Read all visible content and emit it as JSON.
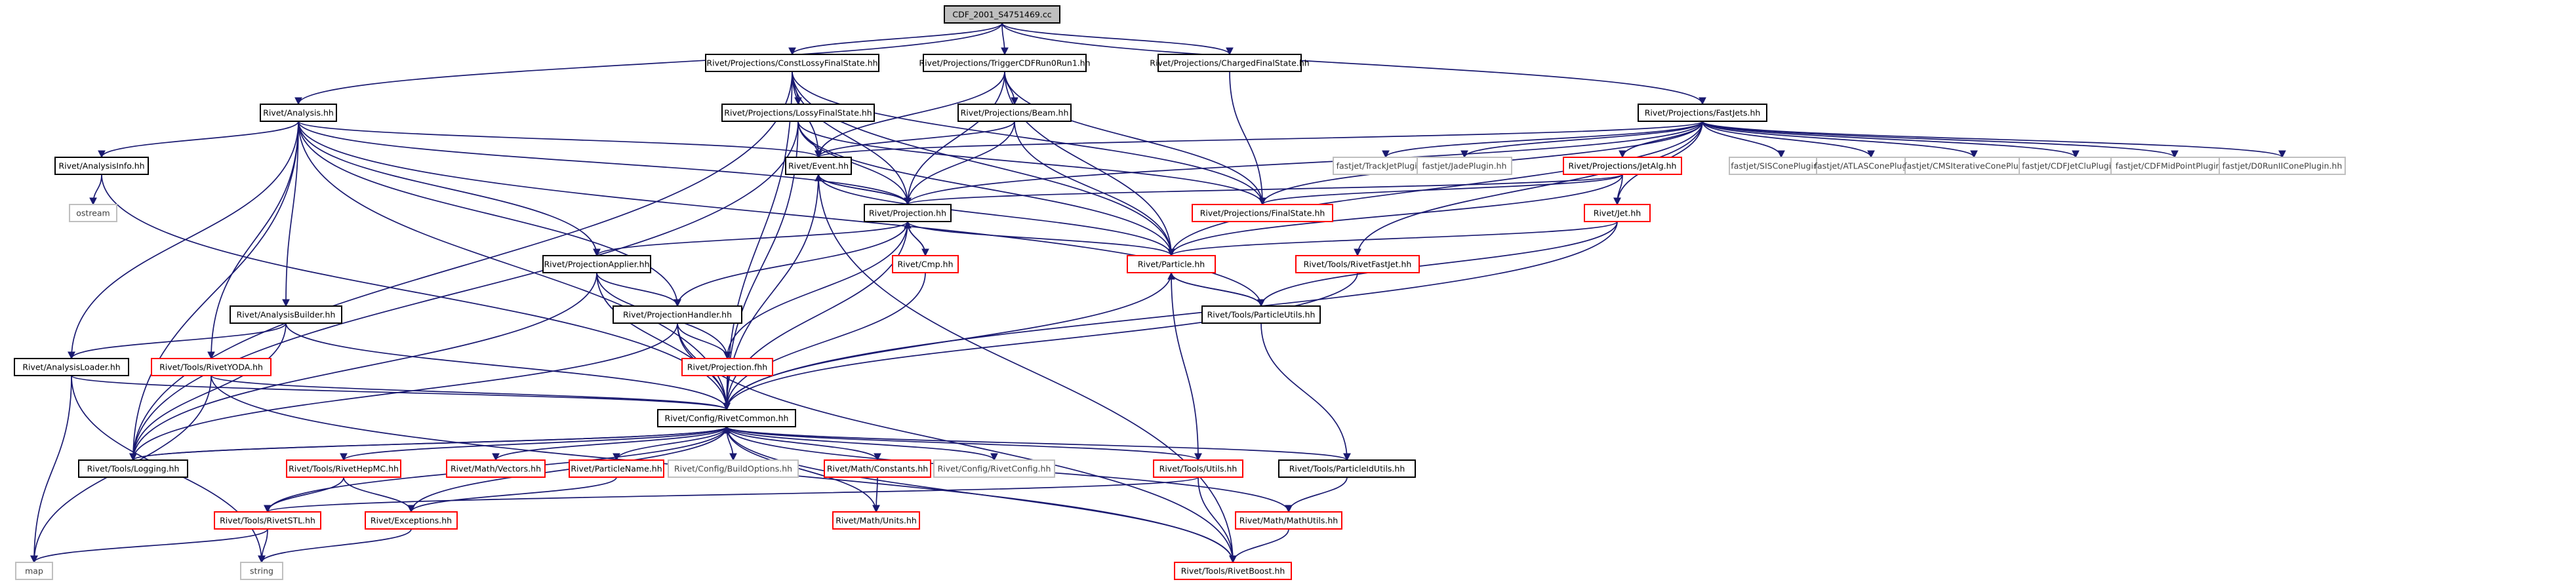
{
  "colors": {
    "edge": "#191970",
    "black_border": "#000000",
    "red_border": "#ff0000",
    "gray_border": "#bfbfbf",
    "root_fill": "#bfbfbf",
    "text_main": "#000000",
    "text_gray": "#3f3f3f"
  },
  "nodes": [
    {
      "id": "root",
      "label": "CDF_2001_S4751469.cc",
      "style": "root"
    },
    {
      "id": "analysis",
      "label": "Rivet/Analysis.hh",
      "style": "black"
    },
    {
      "id": "clfs",
      "label": "Rivet/Projections/ConstLossyFinalState.hh",
      "style": "black"
    },
    {
      "id": "trigger",
      "label": "Rivet/Projections/TriggerCDFRun0Run1.hh",
      "style": "black"
    },
    {
      "id": "cfs",
      "label": "Rivet/Projections/ChargedFinalState.hh",
      "style": "black"
    },
    {
      "id": "fastjets",
      "label": "Rivet/Projections/FastJets.hh",
      "style": "black"
    },
    {
      "id": "lfs",
      "label": "Rivet/Projections/LossyFinalState.hh",
      "style": "black"
    },
    {
      "id": "beam",
      "label": "Rivet/Projections/Beam.hh",
      "style": "black"
    },
    {
      "id": "ainfo",
      "label": "Rivet/AnalysisInfo.hh",
      "style": "black"
    },
    {
      "id": "event",
      "label": "Rivet/Event.hh",
      "style": "black"
    },
    {
      "id": "ostream",
      "label": "ostream",
      "style": "gray"
    },
    {
      "id": "trackjet",
      "label": "fastjet/TrackJetPlugin.hh",
      "style": "gray"
    },
    {
      "id": "jade",
      "label": "fastjet/JadePlugin.hh",
      "style": "gray"
    },
    {
      "id": "jetalg",
      "label": "Rivet/Projections/JetAlg.hh",
      "style": "red"
    },
    {
      "id": "siscone",
      "label": "fastjet/SISConePlugin.hh",
      "style": "gray"
    },
    {
      "id": "atlascone",
      "label": "fastjet/ATLASConePlugin.hh",
      "style": "gray"
    },
    {
      "id": "cmscone",
      "label": "fastjet/CMSIterativeConePlugin.hh",
      "style": "gray"
    },
    {
      "id": "cdfclu",
      "label": "fastjet/CDFJetCluPlugin.hh",
      "style": "gray"
    },
    {
      "id": "cdfmid",
      "label": "fastjet/CDFMidPointPlugin.hh",
      "style": "gray"
    },
    {
      "id": "d0run",
      "label": "fastjet/D0RunIIConePlugin.hh",
      "style": "gray"
    },
    {
      "id": "projection",
      "label": "Rivet/Projection.hh",
      "style": "black"
    },
    {
      "id": "fs",
      "label": "Rivet/Projections/FinalState.hh",
      "style": "red"
    },
    {
      "id": "jet",
      "label": "Rivet/Jet.hh",
      "style": "red"
    },
    {
      "id": "papplier",
      "label": "Rivet/ProjectionApplier.hh",
      "style": "black"
    },
    {
      "id": "cmp",
      "label": "Rivet/Cmp.hh",
      "style": "red"
    },
    {
      "id": "particle",
      "label": "Rivet/Particle.hh",
      "style": "red"
    },
    {
      "id": "rfastjet",
      "label": "Rivet/Tools/RivetFastJet.hh",
      "style": "red"
    },
    {
      "id": "abuilder",
      "label": "Rivet/AnalysisBuilder.hh",
      "style": "black"
    },
    {
      "id": "phandler",
      "label": "Rivet/ProjectionHandler.hh",
      "style": "black"
    },
    {
      "id": "putils",
      "label": "Rivet/Tools/ParticleUtils.hh",
      "style": "black"
    },
    {
      "id": "aloader",
      "label": "Rivet/AnalysisLoader.hh",
      "style": "black"
    },
    {
      "id": "ryoda",
      "label": "Rivet/Tools/RivetYODA.hh",
      "style": "red"
    },
    {
      "id": "pfhh",
      "label": "Rivet/Projection.fhh",
      "style": "red"
    },
    {
      "id": "rcommon",
      "label": "Rivet/Config/RivetCommon.hh",
      "style": "black"
    },
    {
      "id": "logging",
      "label": "Rivet/Tools/Logging.hh",
      "style": "black"
    },
    {
      "id": "rhepmc",
      "label": "Rivet/Tools/RivetHepMC.hh",
      "style": "red"
    },
    {
      "id": "vectors",
      "label": "Rivet/Math/Vectors.hh",
      "style": "red"
    },
    {
      "id": "pname",
      "label": "Rivet/ParticleName.hh",
      "style": "red"
    },
    {
      "id": "buildopt",
      "label": "Rivet/Config/BuildOptions.hh",
      "style": "gray"
    },
    {
      "id": "constants",
      "label": "Rivet/Math/Constants.hh",
      "style": "red"
    },
    {
      "id": "rconfig",
      "label": "Rivet/Config/RivetConfig.hh",
      "style": "gray"
    },
    {
      "id": "tutils",
      "label": "Rivet/Tools/Utils.hh",
      "style": "red"
    },
    {
      "id": "pidutils",
      "label": "Rivet/Tools/ParticleIdUtils.hh",
      "style": "black"
    },
    {
      "id": "rstl",
      "label": "Rivet/Tools/RivetSTL.hh",
      "style": "red"
    },
    {
      "id": "exceptions",
      "label": "Rivet/Exceptions.hh",
      "style": "red"
    },
    {
      "id": "units",
      "label": "Rivet/Math/Units.hh",
      "style": "red"
    },
    {
      "id": "mathutils",
      "label": "Rivet/Math/MathUtils.hh",
      "style": "red"
    },
    {
      "id": "map",
      "label": "map",
      "style": "gray"
    },
    {
      "id": "string",
      "label": "string",
      "style": "gray"
    },
    {
      "id": "rboost",
      "label": "Rivet/Tools/RivetBoost.hh",
      "style": "red"
    }
  ],
  "edges": [
    [
      "root",
      "analysis"
    ],
    [
      "root",
      "clfs"
    ],
    [
      "root",
      "trigger"
    ],
    [
      "root",
      "cfs"
    ],
    [
      "root",
      "fastjets"
    ],
    [
      "analysis",
      "ainfo"
    ],
    [
      "analysis",
      "event"
    ],
    [
      "analysis",
      "projection"
    ],
    [
      "analysis",
      "papplier"
    ],
    [
      "analysis",
      "phandler"
    ],
    [
      "analysis",
      "abuilder"
    ],
    [
      "analysis",
      "aloader"
    ],
    [
      "analysis",
      "ryoda"
    ],
    [
      "analysis",
      "rcommon"
    ],
    [
      "analysis",
      "logging"
    ],
    [
      "analysis",
      "putils"
    ],
    [
      "clfs",
      "lfs"
    ],
    [
      "clfs",
      "fs"
    ],
    [
      "clfs",
      "event"
    ],
    [
      "clfs",
      "projection"
    ],
    [
      "clfs",
      "particle"
    ],
    [
      "clfs",
      "rcommon"
    ],
    [
      "clfs",
      "logging"
    ],
    [
      "trigger",
      "beam"
    ],
    [
      "trigger",
      "event"
    ],
    [
      "trigger",
      "projection"
    ],
    [
      "trigger",
      "fs"
    ],
    [
      "trigger",
      "particle"
    ],
    [
      "cfs",
      "fs"
    ],
    [
      "fastjets",
      "jetalg"
    ],
    [
      "fastjets",
      "trackjet"
    ],
    [
      "fastjets",
      "jade"
    ],
    [
      "fastjets",
      "siscone"
    ],
    [
      "fastjets",
      "atlascone"
    ],
    [
      "fastjets",
      "cmscone"
    ],
    [
      "fastjets",
      "cdfclu"
    ],
    [
      "fastjets",
      "cdfmid"
    ],
    [
      "fastjets",
      "d0run"
    ],
    [
      "fastjets",
      "projection"
    ],
    [
      "fastjets",
      "fs"
    ],
    [
      "fastjets",
      "jet"
    ],
    [
      "fastjets",
      "particle"
    ],
    [
      "fastjets",
      "rfastjet"
    ],
    [
      "fastjets",
      "event"
    ],
    [
      "lfs",
      "fs"
    ],
    [
      "lfs",
      "event"
    ],
    [
      "lfs",
      "projection"
    ],
    [
      "lfs",
      "particle"
    ],
    [
      "lfs",
      "rcommon"
    ],
    [
      "lfs",
      "logging"
    ],
    [
      "beam",
      "event"
    ],
    [
      "beam",
      "projection"
    ],
    [
      "beam",
      "particle"
    ],
    [
      "ainfo",
      "ostream"
    ],
    [
      "ainfo",
      "rcommon"
    ],
    [
      "event",
      "projection"
    ],
    [
      "event",
      "particle"
    ],
    [
      "event",
      "rcommon"
    ],
    [
      "event",
      "rboost"
    ],
    [
      "jetalg",
      "projection"
    ],
    [
      "jetalg",
      "fs"
    ],
    [
      "jetalg",
      "jet"
    ],
    [
      "jetalg",
      "particle"
    ],
    [
      "projection",
      "event"
    ],
    [
      "projection",
      "cmp"
    ],
    [
      "projection",
      "papplier"
    ],
    [
      "projection",
      "phandler"
    ],
    [
      "projection",
      "pfhh"
    ],
    [
      "projection",
      "particle"
    ],
    [
      "projection",
      "rcommon"
    ],
    [
      "jet",
      "particle"
    ],
    [
      "jet",
      "putils"
    ],
    [
      "jet",
      "rcommon"
    ],
    [
      "papplier",
      "phandler"
    ],
    [
      "papplier",
      "pfhh"
    ],
    [
      "papplier",
      "rcommon"
    ],
    [
      "papplier",
      "logging"
    ],
    [
      "cmp",
      "projection"
    ],
    [
      "cmp",
      "rcommon"
    ],
    [
      "particle",
      "putils"
    ],
    [
      "particle",
      "rcommon"
    ],
    [
      "particle",
      "tutils"
    ],
    [
      "rfastjet",
      "rcommon"
    ],
    [
      "abuilder",
      "aloader"
    ],
    [
      "abuilder",
      "rcommon"
    ],
    [
      "abuilder",
      "logging"
    ],
    [
      "phandler",
      "pfhh"
    ],
    [
      "phandler",
      "rcommon"
    ],
    [
      "phandler",
      "logging"
    ],
    [
      "phandler",
      "rboost"
    ],
    [
      "putils",
      "particle"
    ],
    [
      "putils",
      "pidutils"
    ],
    [
      "aloader",
      "rcommon"
    ],
    [
      "aloader",
      "map"
    ],
    [
      "aloader",
      "string"
    ],
    [
      "ryoda",
      "rcommon"
    ],
    [
      "ryoda",
      "map"
    ],
    [
      "ryoda",
      "rboost"
    ],
    [
      "pfhh",
      "rcommon"
    ],
    [
      "rcommon",
      "logging"
    ],
    [
      "rcommon",
      "rhepmc"
    ],
    [
      "rcommon",
      "vectors"
    ],
    [
      "rcommon",
      "pname"
    ],
    [
      "rcommon",
      "buildopt"
    ],
    [
      "rcommon",
      "constants"
    ],
    [
      "rcommon",
      "rconfig"
    ],
    [
      "rcommon",
      "tutils"
    ],
    [
      "rcommon",
      "pidutils"
    ],
    [
      "rcommon",
      "rstl"
    ],
    [
      "rcommon",
      "exceptions"
    ],
    [
      "rcommon",
      "units"
    ],
    [
      "rcommon",
      "mathutils"
    ],
    [
      "rcommon",
      "rboost"
    ],
    [
      "logging",
      "rcommon"
    ],
    [
      "rhepmc",
      "rstl"
    ],
    [
      "rhepmc",
      "exceptions"
    ],
    [
      "pname",
      "exceptions"
    ],
    [
      "constants",
      "units"
    ],
    [
      "tutils",
      "rstl"
    ],
    [
      "tutils",
      "rboost"
    ],
    [
      "pidutils",
      "mathutils"
    ],
    [
      "rstl",
      "map"
    ],
    [
      "rstl",
      "string"
    ],
    [
      "exceptions",
      "string"
    ],
    [
      "mathutils",
      "rboost"
    ]
  ]
}
